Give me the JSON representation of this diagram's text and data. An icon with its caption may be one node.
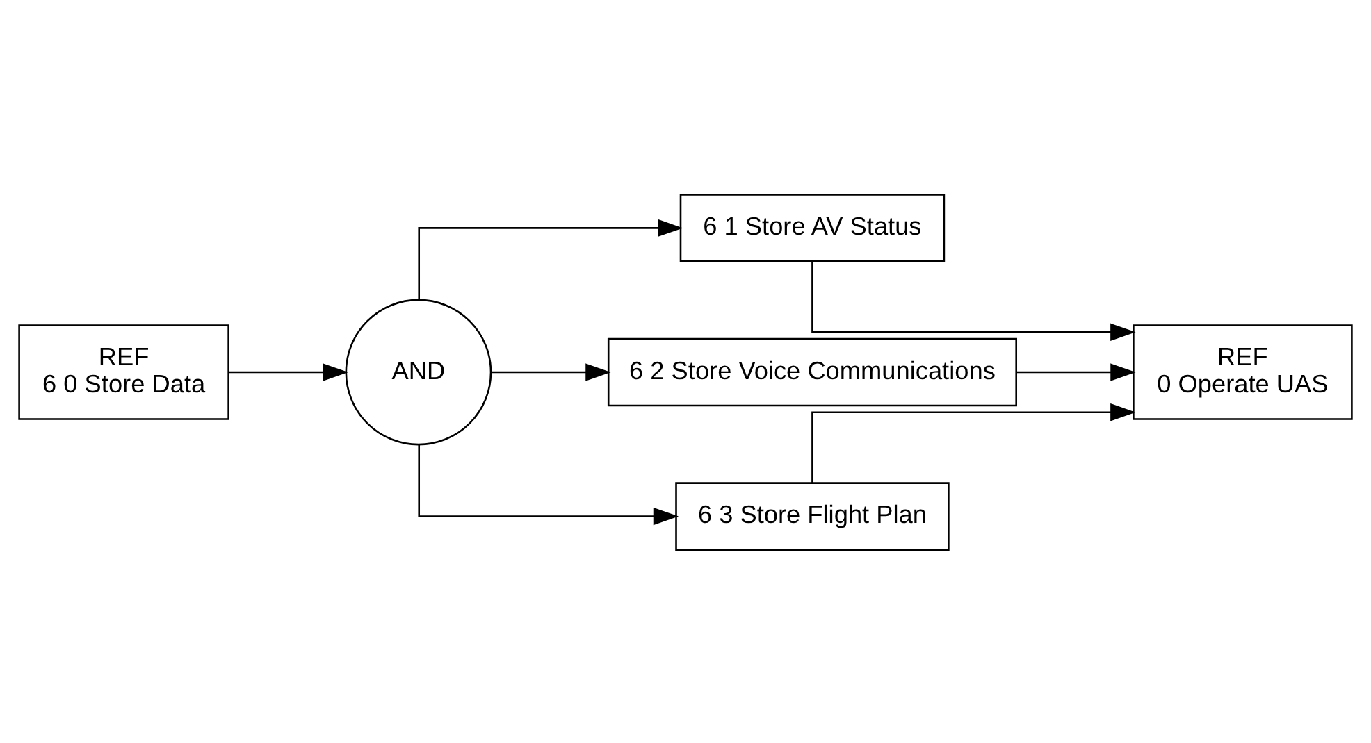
{
  "diagram": {
    "nodes": [
      {
        "text": [
          "REF",
          "6 0 Store Data"
        ]
      },
      {
        "text": [
          "AND"
        ]
      },
      {
        "text": [
          "6 1 Store AV Status"
        ]
      },
      {
        "text": [
          "6 2 Store Voice Communications"
        ]
      },
      {
        "text": [
          "6 3 Store Flight Plan"
        ]
      },
      {
        "text": [
          "REF",
          "0 Operate UAS"
        ]
      }
    ],
    "edges": [
      {
        "from": 0,
        "to": 1,
        "arrow": "to"
      },
      {
        "from": 1,
        "to": 2,
        "arrow": "to"
      },
      {
        "from": 1,
        "to": 3,
        "arrow": "to"
      },
      {
        "from": 1,
        "to": 4,
        "arrow": "to"
      },
      {
        "from": 2,
        "to": 5,
        "arrow": "to"
      },
      {
        "from": 3,
        "to": 5,
        "arrow": "to"
      },
      {
        "from": 4,
        "to": 5,
        "arrow": "to"
      }
    ]
  }
}
